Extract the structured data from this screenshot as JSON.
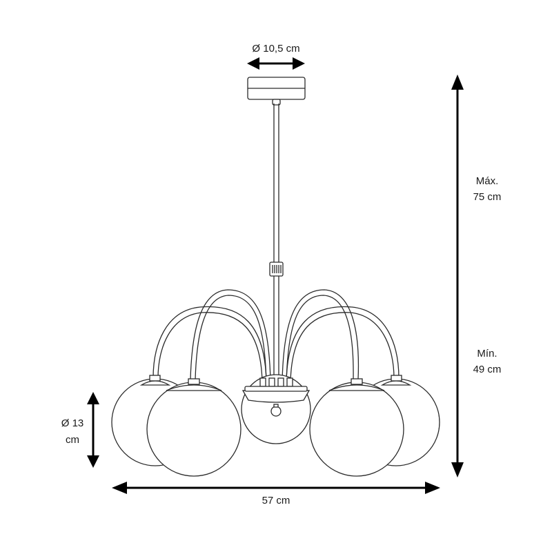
{
  "dimensions": {
    "canopy_diameter": "Ø 10,5 cm",
    "height_max_label": "Máx.",
    "height_max_value": "75 cm",
    "height_min_label": "Mín.",
    "height_min_value": "49 cm",
    "globe_diameter_label": "Ø 13",
    "globe_diameter_unit": "cm",
    "total_width": "57 cm"
  }
}
